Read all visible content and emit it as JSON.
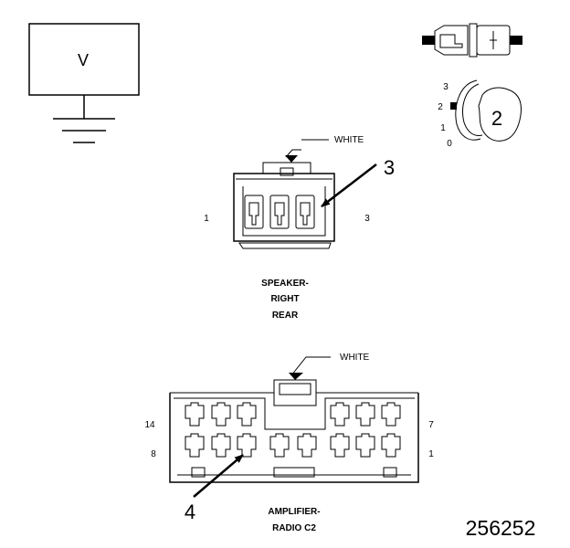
{
  "meter": {
    "label": "V"
  },
  "switch_icon": {
    "positions": [
      "3",
      "2",
      "1",
      "0"
    ],
    "selected": "2"
  },
  "speaker_connector": {
    "color_label": "WHITE",
    "pin_left": "1",
    "pin_right": "3",
    "callout": "3",
    "name_lines": [
      "SPEAKER-",
      "RIGHT",
      "REAR"
    ]
  },
  "amplifier_connector": {
    "color_label": "WHITE",
    "pin_top_left": "14",
    "pin_top_right": "7",
    "pin_bottom_left": "8",
    "pin_bottom_right": "1",
    "callout": "4",
    "name_lines": [
      "AMPLIFIER-",
      "RADIO C2"
    ]
  },
  "figure_id": "256252"
}
